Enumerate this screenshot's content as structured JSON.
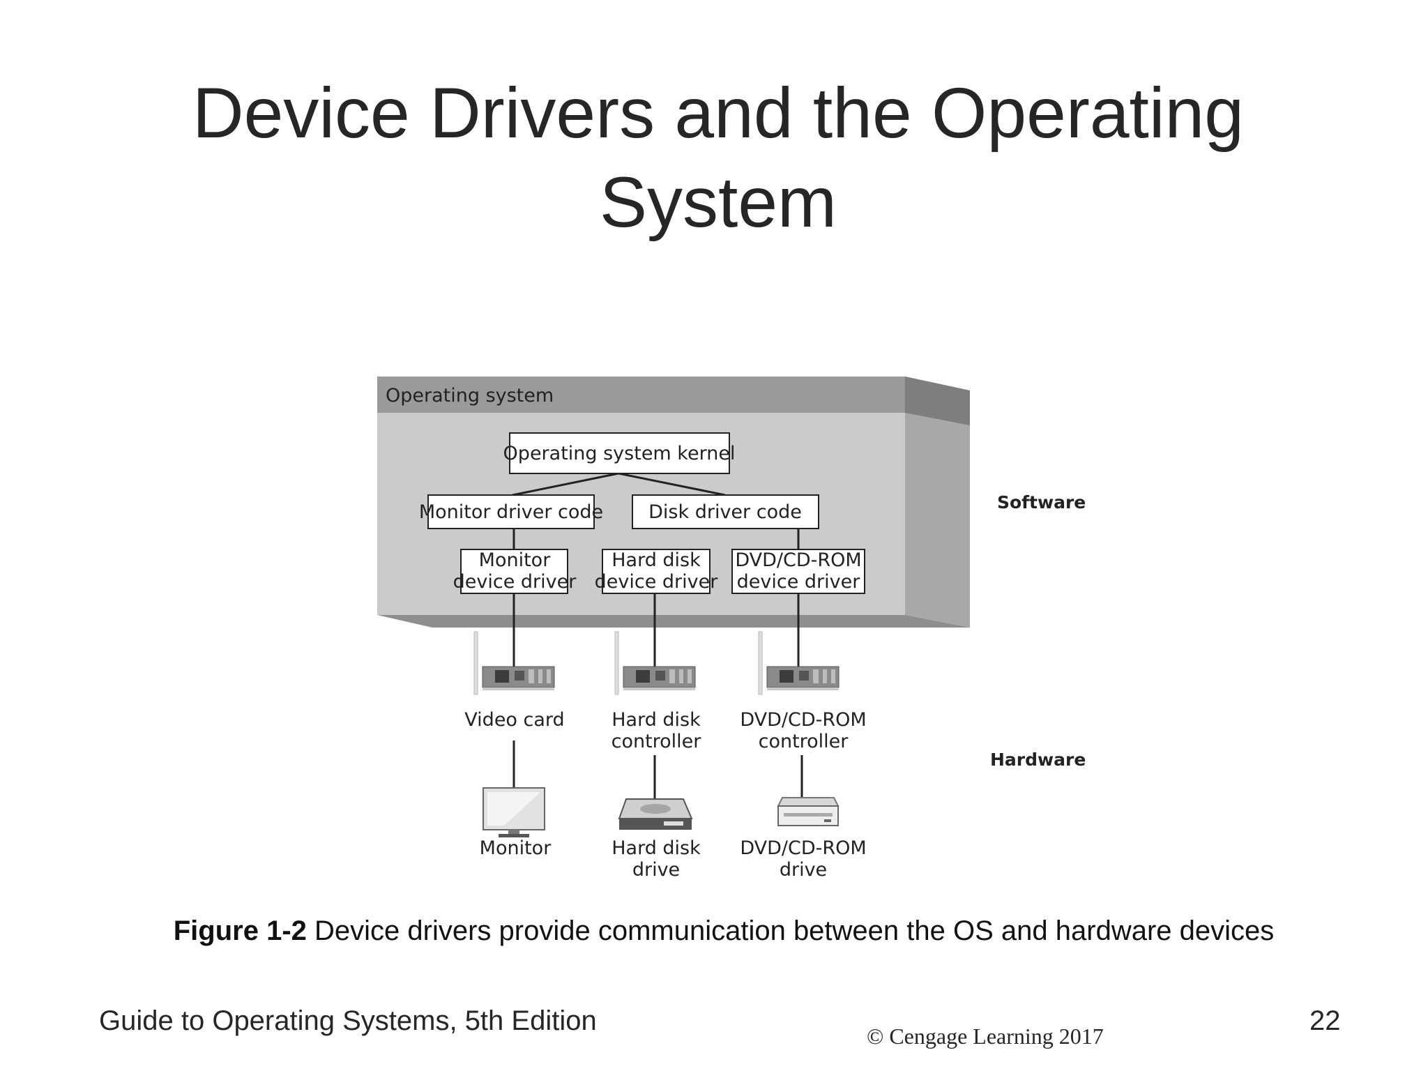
{
  "slide": {
    "title_line1": "Device Drivers and the Operating",
    "title_line2": "System"
  },
  "diagram": {
    "os_label": "Operating system",
    "kernel": "Operating system kernel",
    "monitor_driver_code": "Monitor driver code",
    "disk_driver_code": "Disk driver code",
    "monitor_device_driver": [
      "Monitor",
      "device driver"
    ],
    "hard_disk_device_driver": [
      "Hard disk",
      "device driver"
    ],
    "dvd_device_driver": [
      "DVD/CD-ROM",
      "device driver"
    ],
    "software_label": "Software",
    "hardware_label": "Hardware",
    "video_card": [
      "Video card"
    ],
    "hard_disk_controller": [
      "Hard disk",
      "controller"
    ],
    "dvd_controller": [
      "DVD/CD-ROM",
      "controller"
    ],
    "monitor": [
      "Monitor"
    ],
    "hard_disk_drive": [
      "Hard disk",
      "drive"
    ],
    "dvd_drive": [
      "DVD/CD-ROM",
      "drive"
    ]
  },
  "caption": {
    "figure_number": "Figure 1-2",
    "text": " Device drivers provide communication between the OS and hardware devices"
  },
  "footer": {
    "book": "Guide to Operating Systems, 5th Edition",
    "copyright": "© Cengage Learning  2017",
    "page_number": "22"
  }
}
